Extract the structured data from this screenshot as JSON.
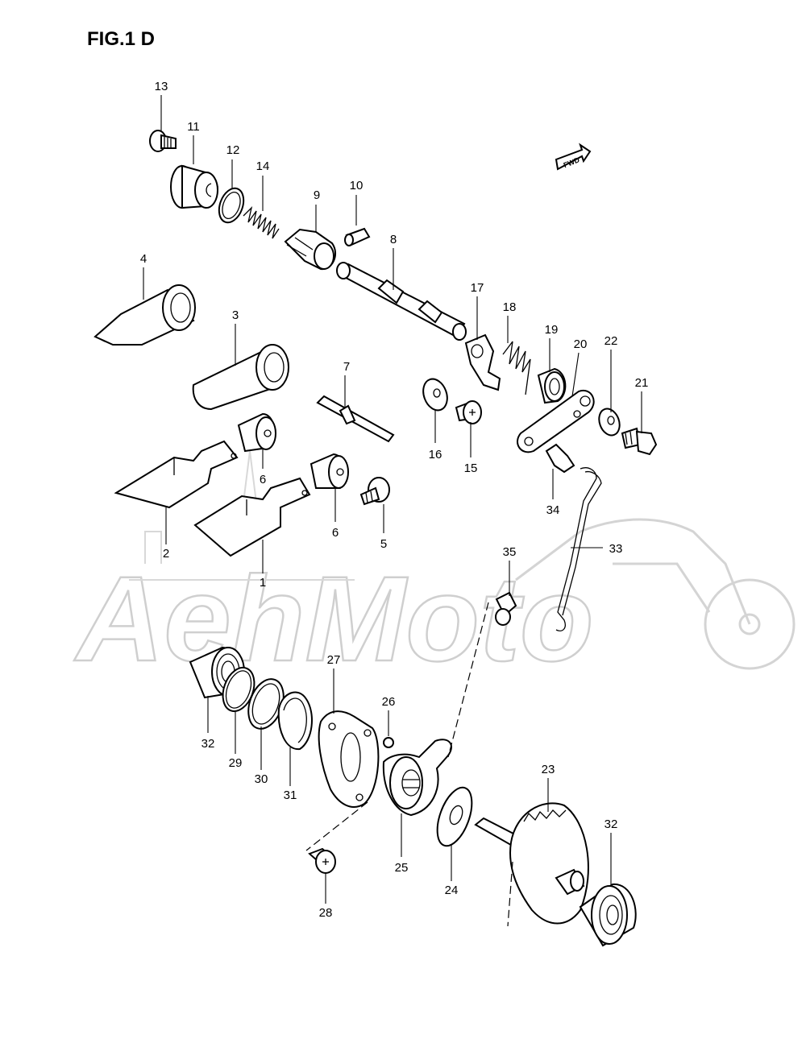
{
  "figure": {
    "title": "FIG.1 D",
    "direction_label": "FWD",
    "watermark": "AehMoto"
  },
  "part_labels": [
    {
      "id": "13",
      "text": "13"
    },
    {
      "id": "11",
      "text": "11"
    },
    {
      "id": "12",
      "text": "12"
    },
    {
      "id": "14",
      "text": "14"
    },
    {
      "id": "9",
      "text": "9"
    },
    {
      "id": "10",
      "text": "10"
    },
    {
      "id": "8",
      "text": "8"
    },
    {
      "id": "4",
      "text": "4"
    },
    {
      "id": "3",
      "text": "3"
    },
    {
      "id": "7",
      "text": "7"
    },
    {
      "id": "17",
      "text": "17"
    },
    {
      "id": "18",
      "text": "18"
    },
    {
      "id": "19",
      "text": "19"
    },
    {
      "id": "20",
      "text": "20"
    },
    {
      "id": "22",
      "text": "22"
    },
    {
      "id": "21",
      "text": "21"
    },
    {
      "id": "16",
      "text": "16"
    },
    {
      "id": "15",
      "text": "15"
    },
    {
      "id": "6a",
      "text": "6"
    },
    {
      "id": "6b",
      "text": "6"
    },
    {
      "id": "5",
      "text": "5"
    },
    {
      "id": "2",
      "text": "2"
    },
    {
      "id": "1",
      "text": "1"
    },
    {
      "id": "34",
      "text": "34"
    },
    {
      "id": "33",
      "text": "33"
    },
    {
      "id": "35",
      "text": "35"
    },
    {
      "id": "27",
      "text": "27"
    },
    {
      "id": "26",
      "text": "26"
    },
    {
      "id": "32a",
      "text": "32"
    },
    {
      "id": "29",
      "text": "29"
    },
    {
      "id": "30",
      "text": "30"
    },
    {
      "id": "31",
      "text": "31"
    },
    {
      "id": "25",
      "text": "25"
    },
    {
      "id": "24",
      "text": "24"
    },
    {
      "id": "23",
      "text": "23"
    },
    {
      "id": "32b",
      "text": "32"
    },
    {
      "id": "28",
      "text": "28"
    }
  ],
  "colors": {
    "line": "#000000",
    "watermark": "#cfcfcf",
    "background": "#ffffff"
  }
}
